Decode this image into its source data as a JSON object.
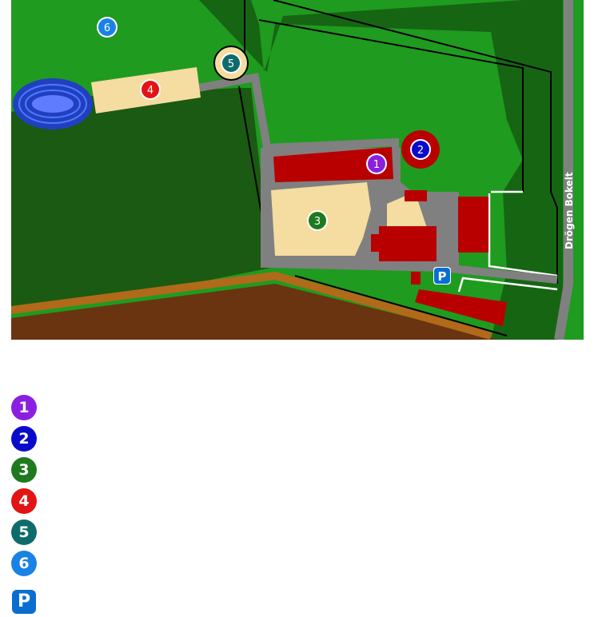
{
  "map": {
    "road_label": "Drögen Bokelt",
    "parking_label": "P",
    "markers": [
      {
        "id": "1",
        "label": "1",
        "color": "#8a1fe0"
      },
      {
        "id": "2",
        "label": "2",
        "color": "#0a0acc"
      },
      {
        "id": "3",
        "label": "3",
        "color": "#1f7a1f"
      },
      {
        "id": "4",
        "label": "4",
        "color": "#e31414"
      },
      {
        "id": "5",
        "label": "5",
        "color": "#0f6b6b"
      },
      {
        "id": "6",
        "label": "6",
        "color": "#1a82e6"
      }
    ]
  },
  "legend": {
    "items": [
      {
        "label": "1",
        "color": "#8a1fe0"
      },
      {
        "label": "2",
        "color": "#0a0acc"
      },
      {
        "label": "3",
        "color": "#1f7a1f"
      },
      {
        "label": "4",
        "color": "#e31414"
      },
      {
        "label": "5",
        "color": "#0f6b6b"
      },
      {
        "label": "6",
        "color": "#1a82e6"
      }
    ],
    "parking": {
      "label": "P",
      "color": "#0a6ed1"
    }
  },
  "colors": {
    "grass_light": "#1f9b1f",
    "grass_dark": "#1a5a12",
    "building": "#b80000",
    "sand": "#f5dca0",
    "path": "#808080",
    "soil": "#6b3410",
    "track": "#2255dd"
  }
}
